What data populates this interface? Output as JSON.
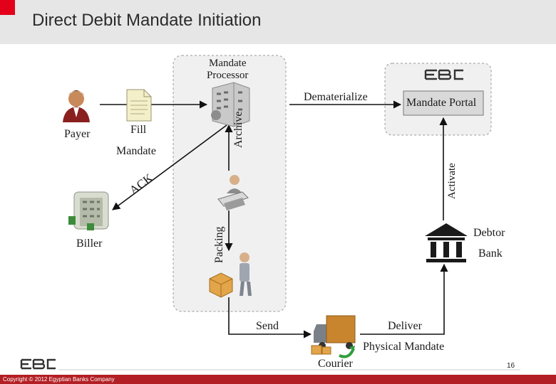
{
  "header": {
    "title": "Direct Debit Mandate Initiation"
  },
  "footer": {
    "copyright": "Copyright © 2012 Egyptian Banks Company",
    "page_number": "16",
    "logo_text": "EBC"
  },
  "nodes": {
    "payer": "Payer",
    "fill_mandate_line1": "Fill",
    "fill_mandate_line2": "Mandate",
    "biller": "Biller",
    "mandate_processor_line1": "Mandate",
    "mandate_processor_line2": "Processor",
    "ebc_logo": "EBC",
    "mandate_portal": "Mandate Portal",
    "debtor_bank_line1": "Debtor",
    "debtor_bank_line2": "Bank",
    "courier": "Courier"
  },
  "edges": {
    "dematerialize": "Dematerialize",
    "archive": "Archive",
    "ack": "ACK",
    "packing": "Packing",
    "activate": "Activate",
    "send": "Send",
    "deliver": "Deliver",
    "physical_mandate": "Physical Mandate"
  },
  "colors": {
    "accent_red": "#e3001b",
    "footer_red": "#b21f24",
    "header_gray": "#e6e6e6",
    "panel_gray": "#f0f0f0",
    "arrow_green": "#2e9e3e"
  }
}
